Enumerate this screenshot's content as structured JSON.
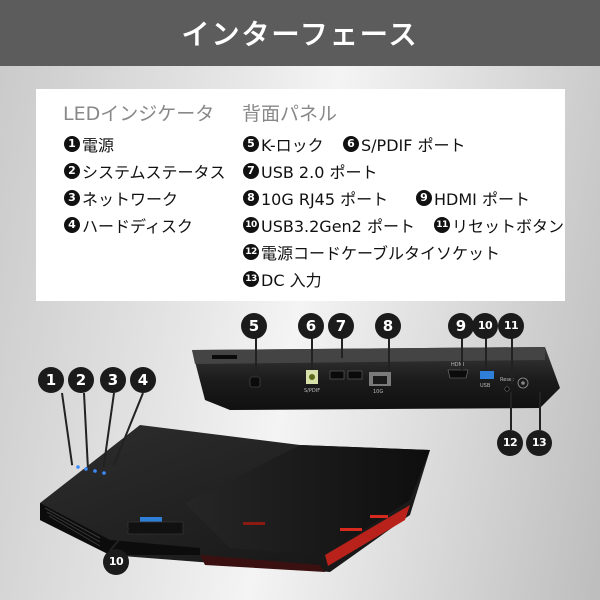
{
  "header": {
    "title": "インターフェース"
  },
  "led": {
    "heading": "LEDインジケータ",
    "items": [
      {
        "num": "1",
        "label": "電源"
      },
      {
        "num": "2",
        "label": "システムステータス"
      },
      {
        "num": "3",
        "label": "ネットワーク"
      },
      {
        "num": "4",
        "label": "ハードディスク"
      }
    ]
  },
  "rear": {
    "heading": "背面パネル",
    "items": [
      {
        "num": "5",
        "label": "K-ロック"
      },
      {
        "num": "6",
        "label": "S/PDIF ポート"
      },
      {
        "num": "7",
        "label": "USB 2.0 ポート"
      },
      {
        "num": "8",
        "label": "10G RJ45 ポート"
      },
      {
        "num": "9",
        "label": "HDMI ポート"
      },
      {
        "num": "10",
        "label": "USB3.2Gen2 ポート"
      },
      {
        "num": "11",
        "label": "リセットボタン"
      },
      {
        "num": "12",
        "label": "電源コードケーブルタイソケット"
      },
      {
        "num": "13",
        "label": "DC 入力"
      }
    ]
  },
  "device_labels": {
    "spdif": "S/PDIF",
    "rj45": "10G",
    "hdmi": "HDMI",
    "reset": "Reset",
    "usb": "USB"
  },
  "callouts": [
    "1",
    "2",
    "3",
    "4",
    "5",
    "6",
    "7",
    "8",
    "9",
    "10",
    "11",
    "12",
    "13",
    "10"
  ],
  "colors": {
    "header": "#5c5c5c",
    "accent_red": "#d62a1e",
    "usb_blue": "#2f7fd6",
    "led": "#3c8cff"
  }
}
